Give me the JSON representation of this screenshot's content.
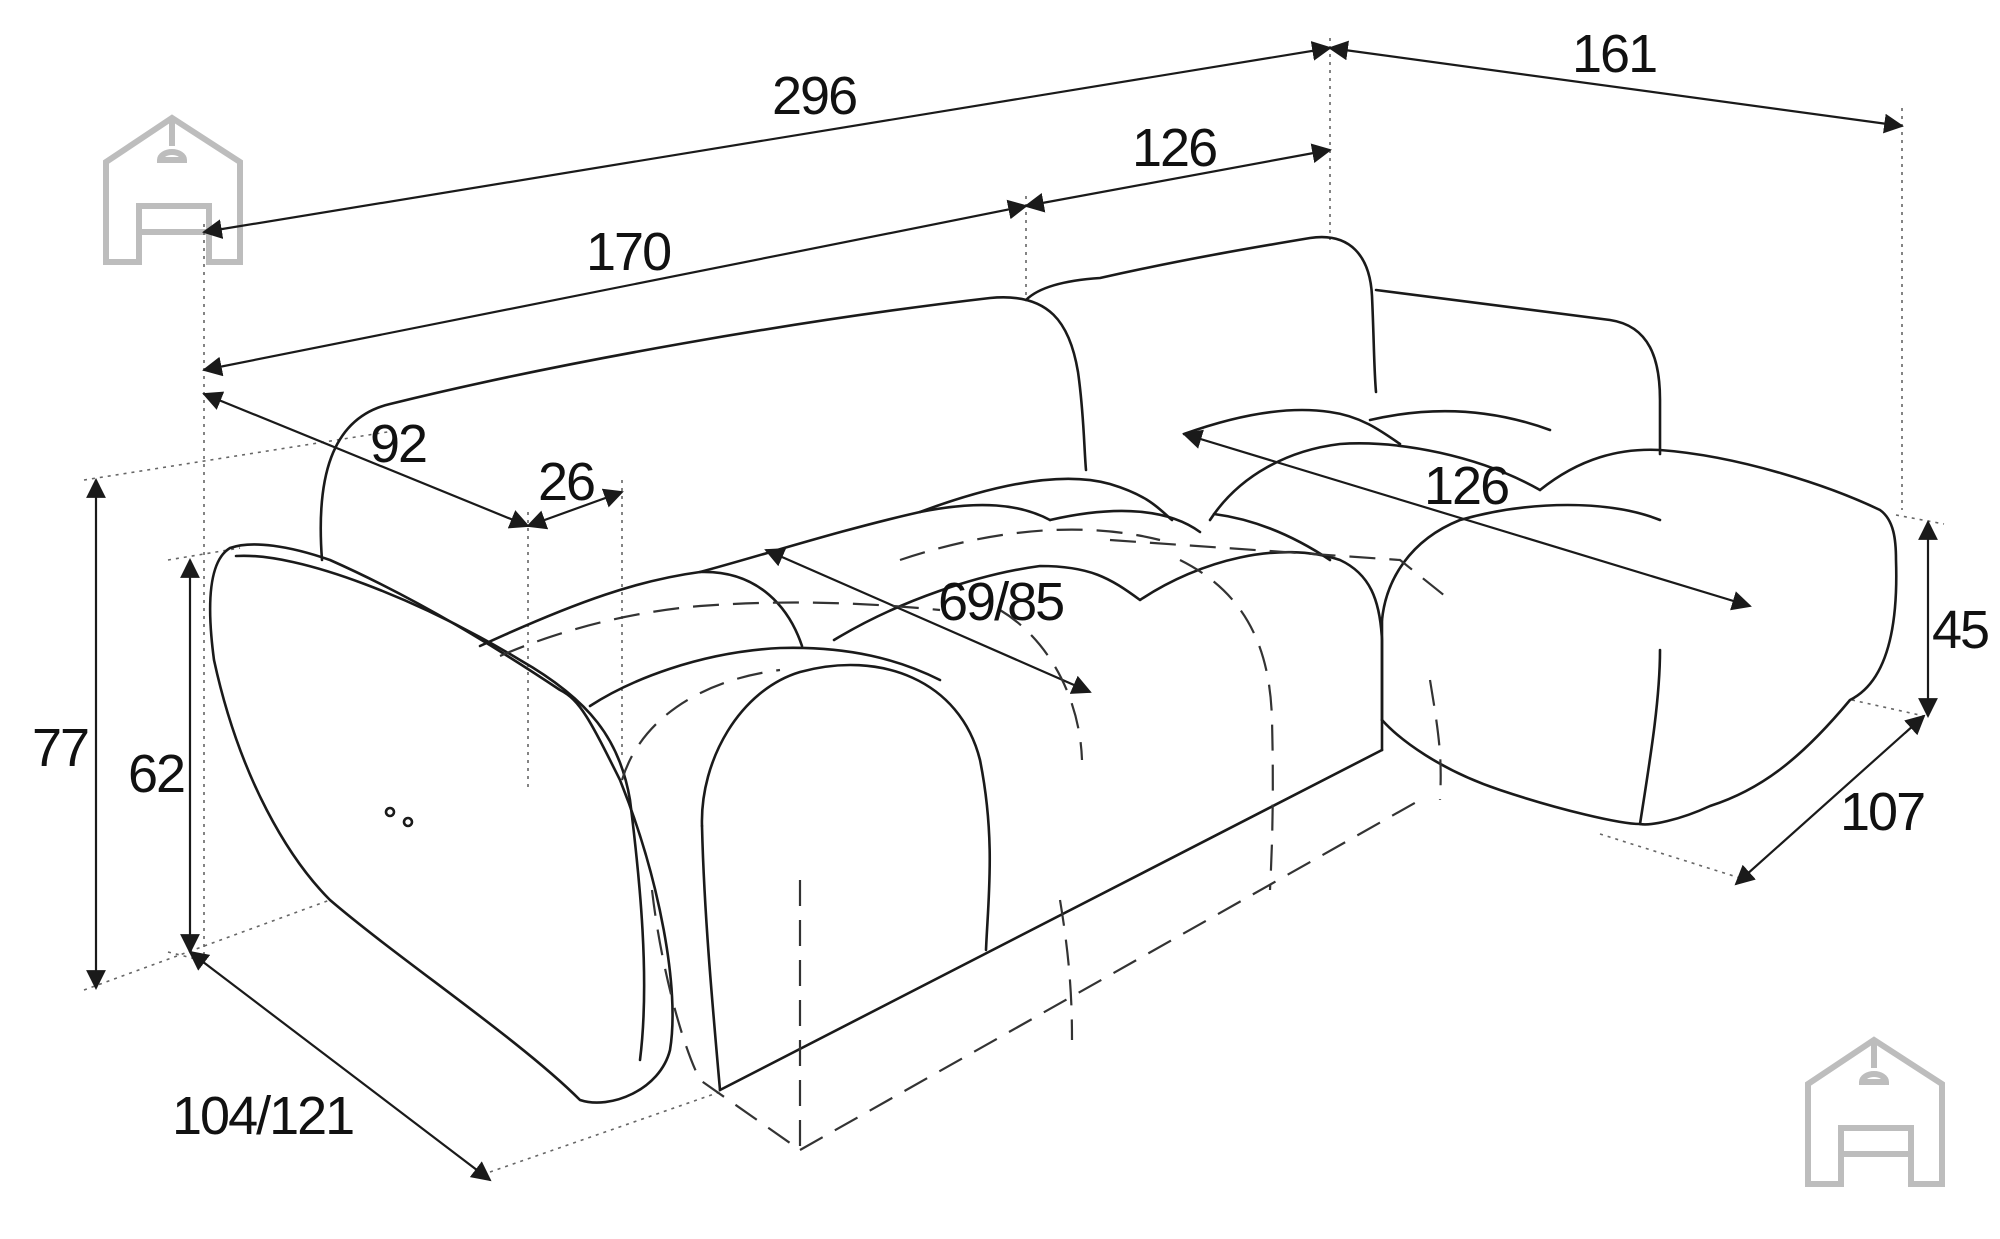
{
  "dimensions": {
    "total_length": "296",
    "chaise_length": "161",
    "chaise_seat_length": "126",
    "sofa_length": "170",
    "back_depth": "92",
    "armrest_width": "26",
    "seat_depth": "69/85",
    "chaise_seat_depth": "126",
    "chaise_height": "45",
    "total_height": "77",
    "arm_height": "62",
    "chaise_depth": "107",
    "sofa_depth": "104/121"
  },
  "colors": {
    "line": "#1a1a1a",
    "logo": "#bdbdbd",
    "background": "#ffffff"
  },
  "icons": {
    "top_logo": "home-sofa-icon",
    "bottom_logo": "home-sofa-icon"
  }
}
